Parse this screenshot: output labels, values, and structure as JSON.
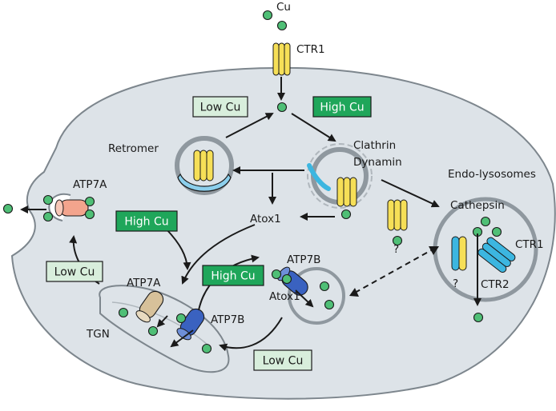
{
  "labels": {
    "cu": "Cu",
    "ctr1_top": "CTR1",
    "retromer": "Retromer",
    "clathrin": "Clathrin",
    "dynamin": "Dynamin",
    "endo_lysosomes": "Endo-lysosomes",
    "cathepsin": "Cathepsin",
    "ctr1_right": "CTR1",
    "ctr2": "CTR2",
    "question1": "?",
    "question2": "?",
    "atox1_center": "Atox1",
    "atox1_lower": "Atox1",
    "atp7a_top": "ATP7A",
    "atp7a_mid": "ATP7A",
    "atp7b_top": "ATP7B",
    "atp7b_mid": "ATP7B",
    "tgn": "TGN"
  },
  "boxes": {
    "low_cu_top": "Low Cu",
    "high_cu_top": "High Cu",
    "high_cu_mid": "High Cu",
    "low_cu_left": "Low Cu",
    "high_cu_lower": "High Cu",
    "low_cu_bottom": "Low Cu"
  },
  "colors": {
    "cell_fill": "#dde3e8",
    "cell_stroke": "#7d868d",
    "copper": "#4fbf76",
    "yellow": "#f6df57",
    "light_blue": "#8ccfec",
    "cyan": "#3cb6e0",
    "salmon": "#f3a48d",
    "tan": "#d7c19a",
    "dark_blue": "#3a62c0",
    "box_dark": "#1fa65a",
    "box_light": "#d8eedc"
  }
}
